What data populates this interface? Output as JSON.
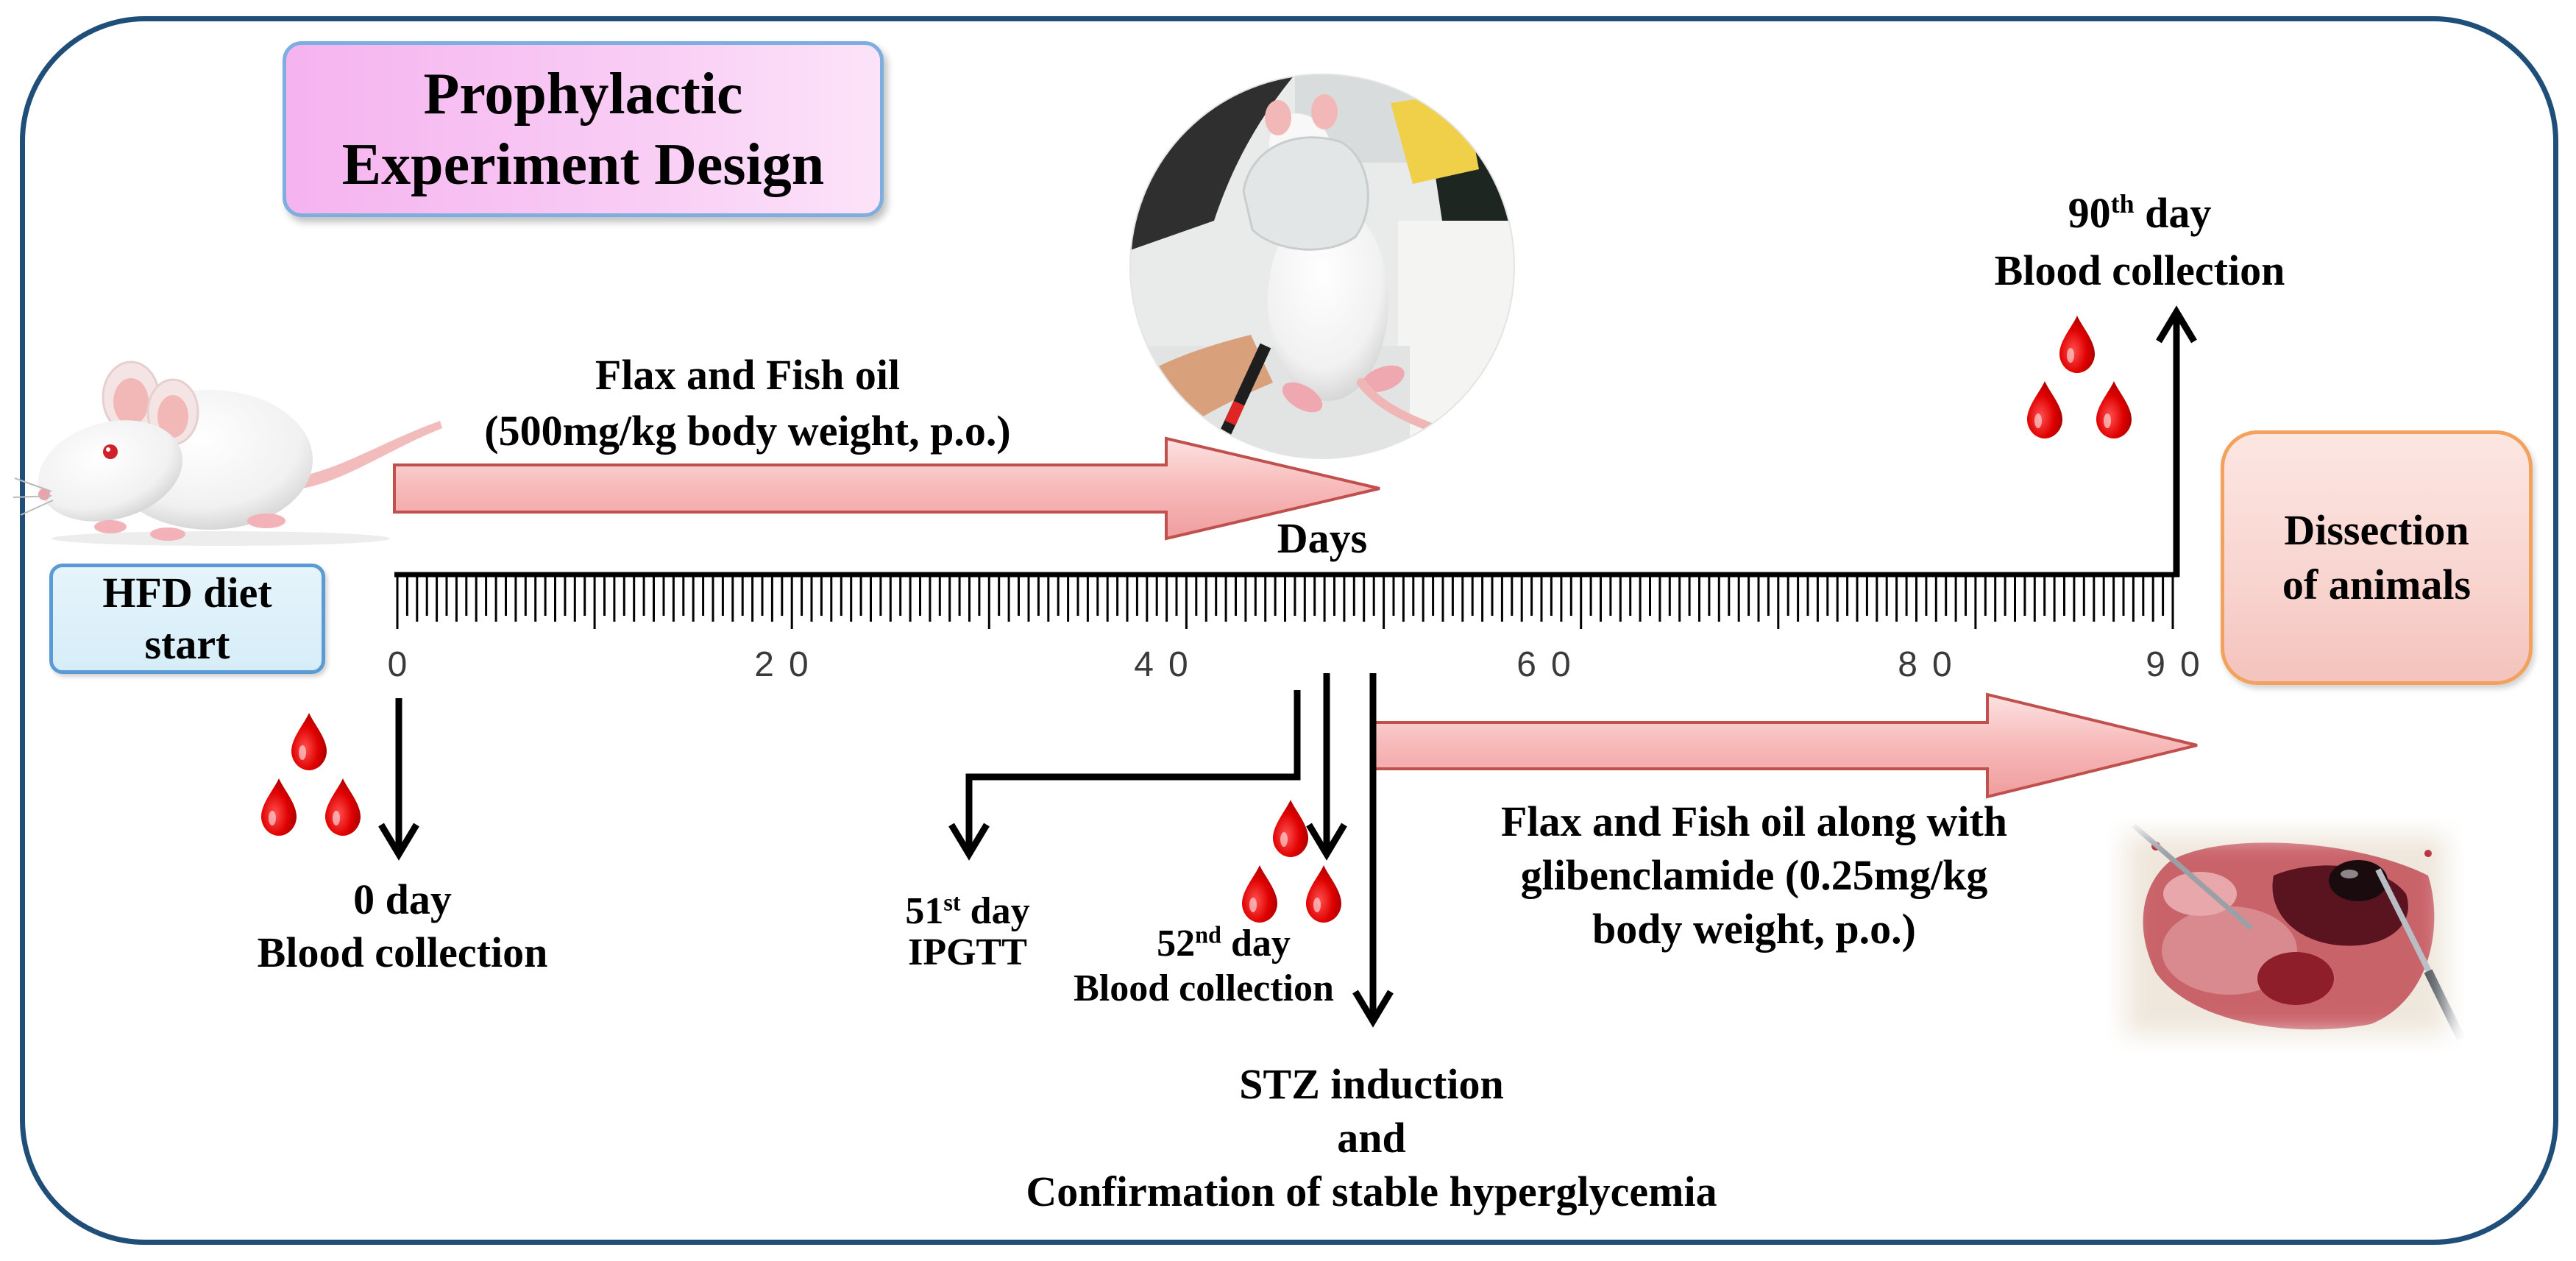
{
  "title": {
    "line1": "Prophylactic",
    "line2": "Experiment Design"
  },
  "start_box": {
    "line1": "HFD diet",
    "line2": "start"
  },
  "end_box": {
    "line1": "Dissection",
    "line2": "of animals"
  },
  "treatment_phase1": {
    "line1": "Flax and Fish oil",
    "line2": "(500mg/kg body weight, p.o.)"
  },
  "treatment_phase2": {
    "line1": "Flax and Fish oil along with",
    "line2": "glibenclamide (0.25mg/kg",
    "line3": "body weight, p.o.)"
  },
  "timeline": {
    "label": "Days",
    "tick_labels": [
      "0",
      "20",
      "40",
      "60",
      "80",
      "90"
    ]
  },
  "events": {
    "day0": {
      "line1": "0 day",
      "line2": "Blood collection"
    },
    "day51": {
      "num": "51",
      "sup": "st",
      "word": "day",
      "line2": "IPGTT"
    },
    "day52": {
      "num": "52",
      "sup": "nd",
      "word": "day",
      "line2": "Blood collection"
    },
    "day90": {
      "num": "90",
      "sup": "th",
      "word": "day",
      "line2": "Blood collection"
    },
    "stz": {
      "line1": "STZ induction",
      "line2": "and",
      "line3": "Confirmation of stable hyperglycemia"
    }
  },
  "colors": {
    "frame_border": "#1f4e79",
    "arrow_border": "#c0504d",
    "arrow_fill": "#f7b9b9",
    "blood": "#e00000",
    "title_box_fill": "#f5b3ef",
    "start_box_fill": "#d6edf8",
    "end_box_fill": "#f8d4cf"
  },
  "icons": {
    "start_animal": "mouse-icon",
    "blood_sample": "blood-drop-icon",
    "handling_photo": "mouse-handling-photo",
    "dissection_photo": "dissection-photo"
  }
}
